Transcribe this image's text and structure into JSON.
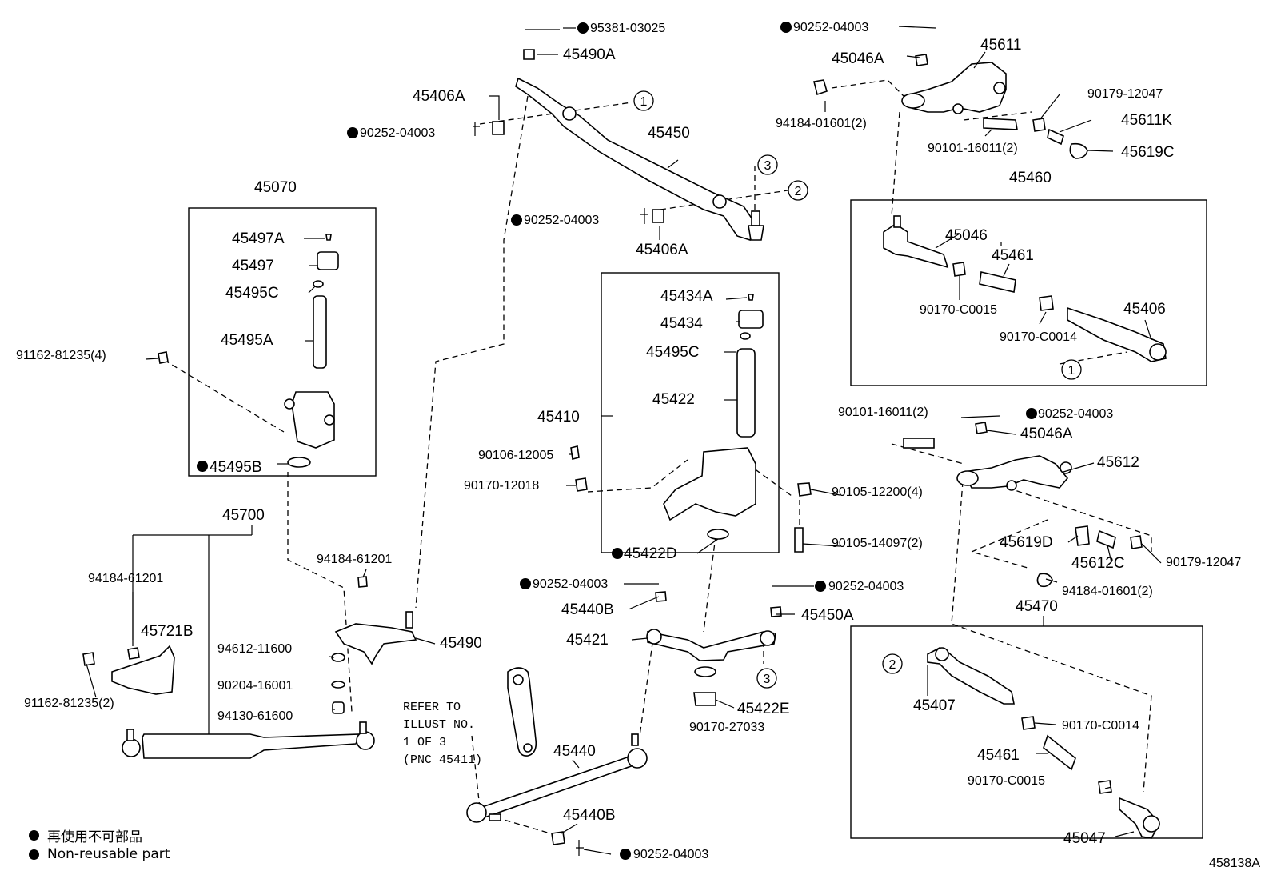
{
  "illustration_code": "458138A",
  "legend": {
    "line_jp": "再使用不可部品",
    "line_en": "Non-reusable part"
  },
  "refer_note": [
    "REFER TO",
    "ILLUST NO.",
    "1 OF 3",
    "(PNC 45411)"
  ],
  "callouts": [
    "1",
    "2",
    "3"
  ],
  "parts": {
    "p95381_03025": "95381-03025",
    "p45490A": "45490A",
    "p45406A_top": "45406A",
    "p90252_top_left": "90252-04003",
    "p45450": "45450",
    "p90252_mid": "90252-04003",
    "p45406A_mid": "45406A",
    "p90252_top_right": "90252-04003",
    "p45046A_top": "45046A",
    "p45611": "45611",
    "p94184_01601_top": "94184-01601(2)",
    "p90179_12047_top": "90179-12047",
    "p45611K": "45611K",
    "p90101_16011_top": "90101-16011(2)",
    "p45619C": "45619C",
    "p45460": "45460",
    "p45046": "45046",
    "p45461_top": "45461",
    "p90170_C0015_top": "90170-C0015",
    "p45406": "45406",
    "p90170_C0014_top": "90170-C0014",
    "p45070": "45070",
    "p45497A": "45497A",
    "p45497": "45497",
    "p45495C_left": "45495C",
    "p45495A": "45495A",
    "p91162_81235_4": "91162-81235(4)",
    "p45495B": "45495B",
    "p45434A": "45434A",
    "p45434": "45434",
    "p45495C_mid": "45495C",
    "p45422": "45422",
    "p45410": "45410",
    "p90106_12005": "90106-12005",
    "p90170_12018": "90170-12018",
    "p90105_12200": "90105-12200(4)",
    "p90105_14097": "90105-14097(2)",
    "p45422D": "45422D",
    "p90101_16011_mid": "90101-16011(2)",
    "p90252_right_mid": "90252-04003",
    "p45046A_mid": "45046A",
    "p45612": "45612",
    "p45619D": "45619D",
    "p45612C": "45612C",
    "p90179_12047_mid": "90179-12047",
    "p94184_01601_mid": "94184-01601(2)",
    "p45470": "45470",
    "p45700": "45700",
    "p94184_61201_left": "94184-61201",
    "p94184_61201_mid": "94184-61201",
    "p45721B": "45721B",
    "p45490": "45490",
    "p94612_11600": "94612-11600",
    "p90204_16001": "90204-16001",
    "p94130_61600": "94130-61600",
    "p91162_81235_2": "91162-81235(2)",
    "p90252_low_left": "90252-04003",
    "p45440B_top": "45440B",
    "p90252_low_right": "90252-04003",
    "p45450A": "45450A",
    "p45421": "45421",
    "p45422E": "45422E",
    "p90170_27033": "90170-27033",
    "p45440": "45440",
    "p45440B_bottom": "45440B",
    "p90252_bottom": "90252-04003",
    "p45407": "45407",
    "p90170_C0014_bot": "90170-C0014",
    "p45461_bot": "45461",
    "p90170_C0015_bot": "90170-C0015",
    "p45047": "45047"
  }
}
